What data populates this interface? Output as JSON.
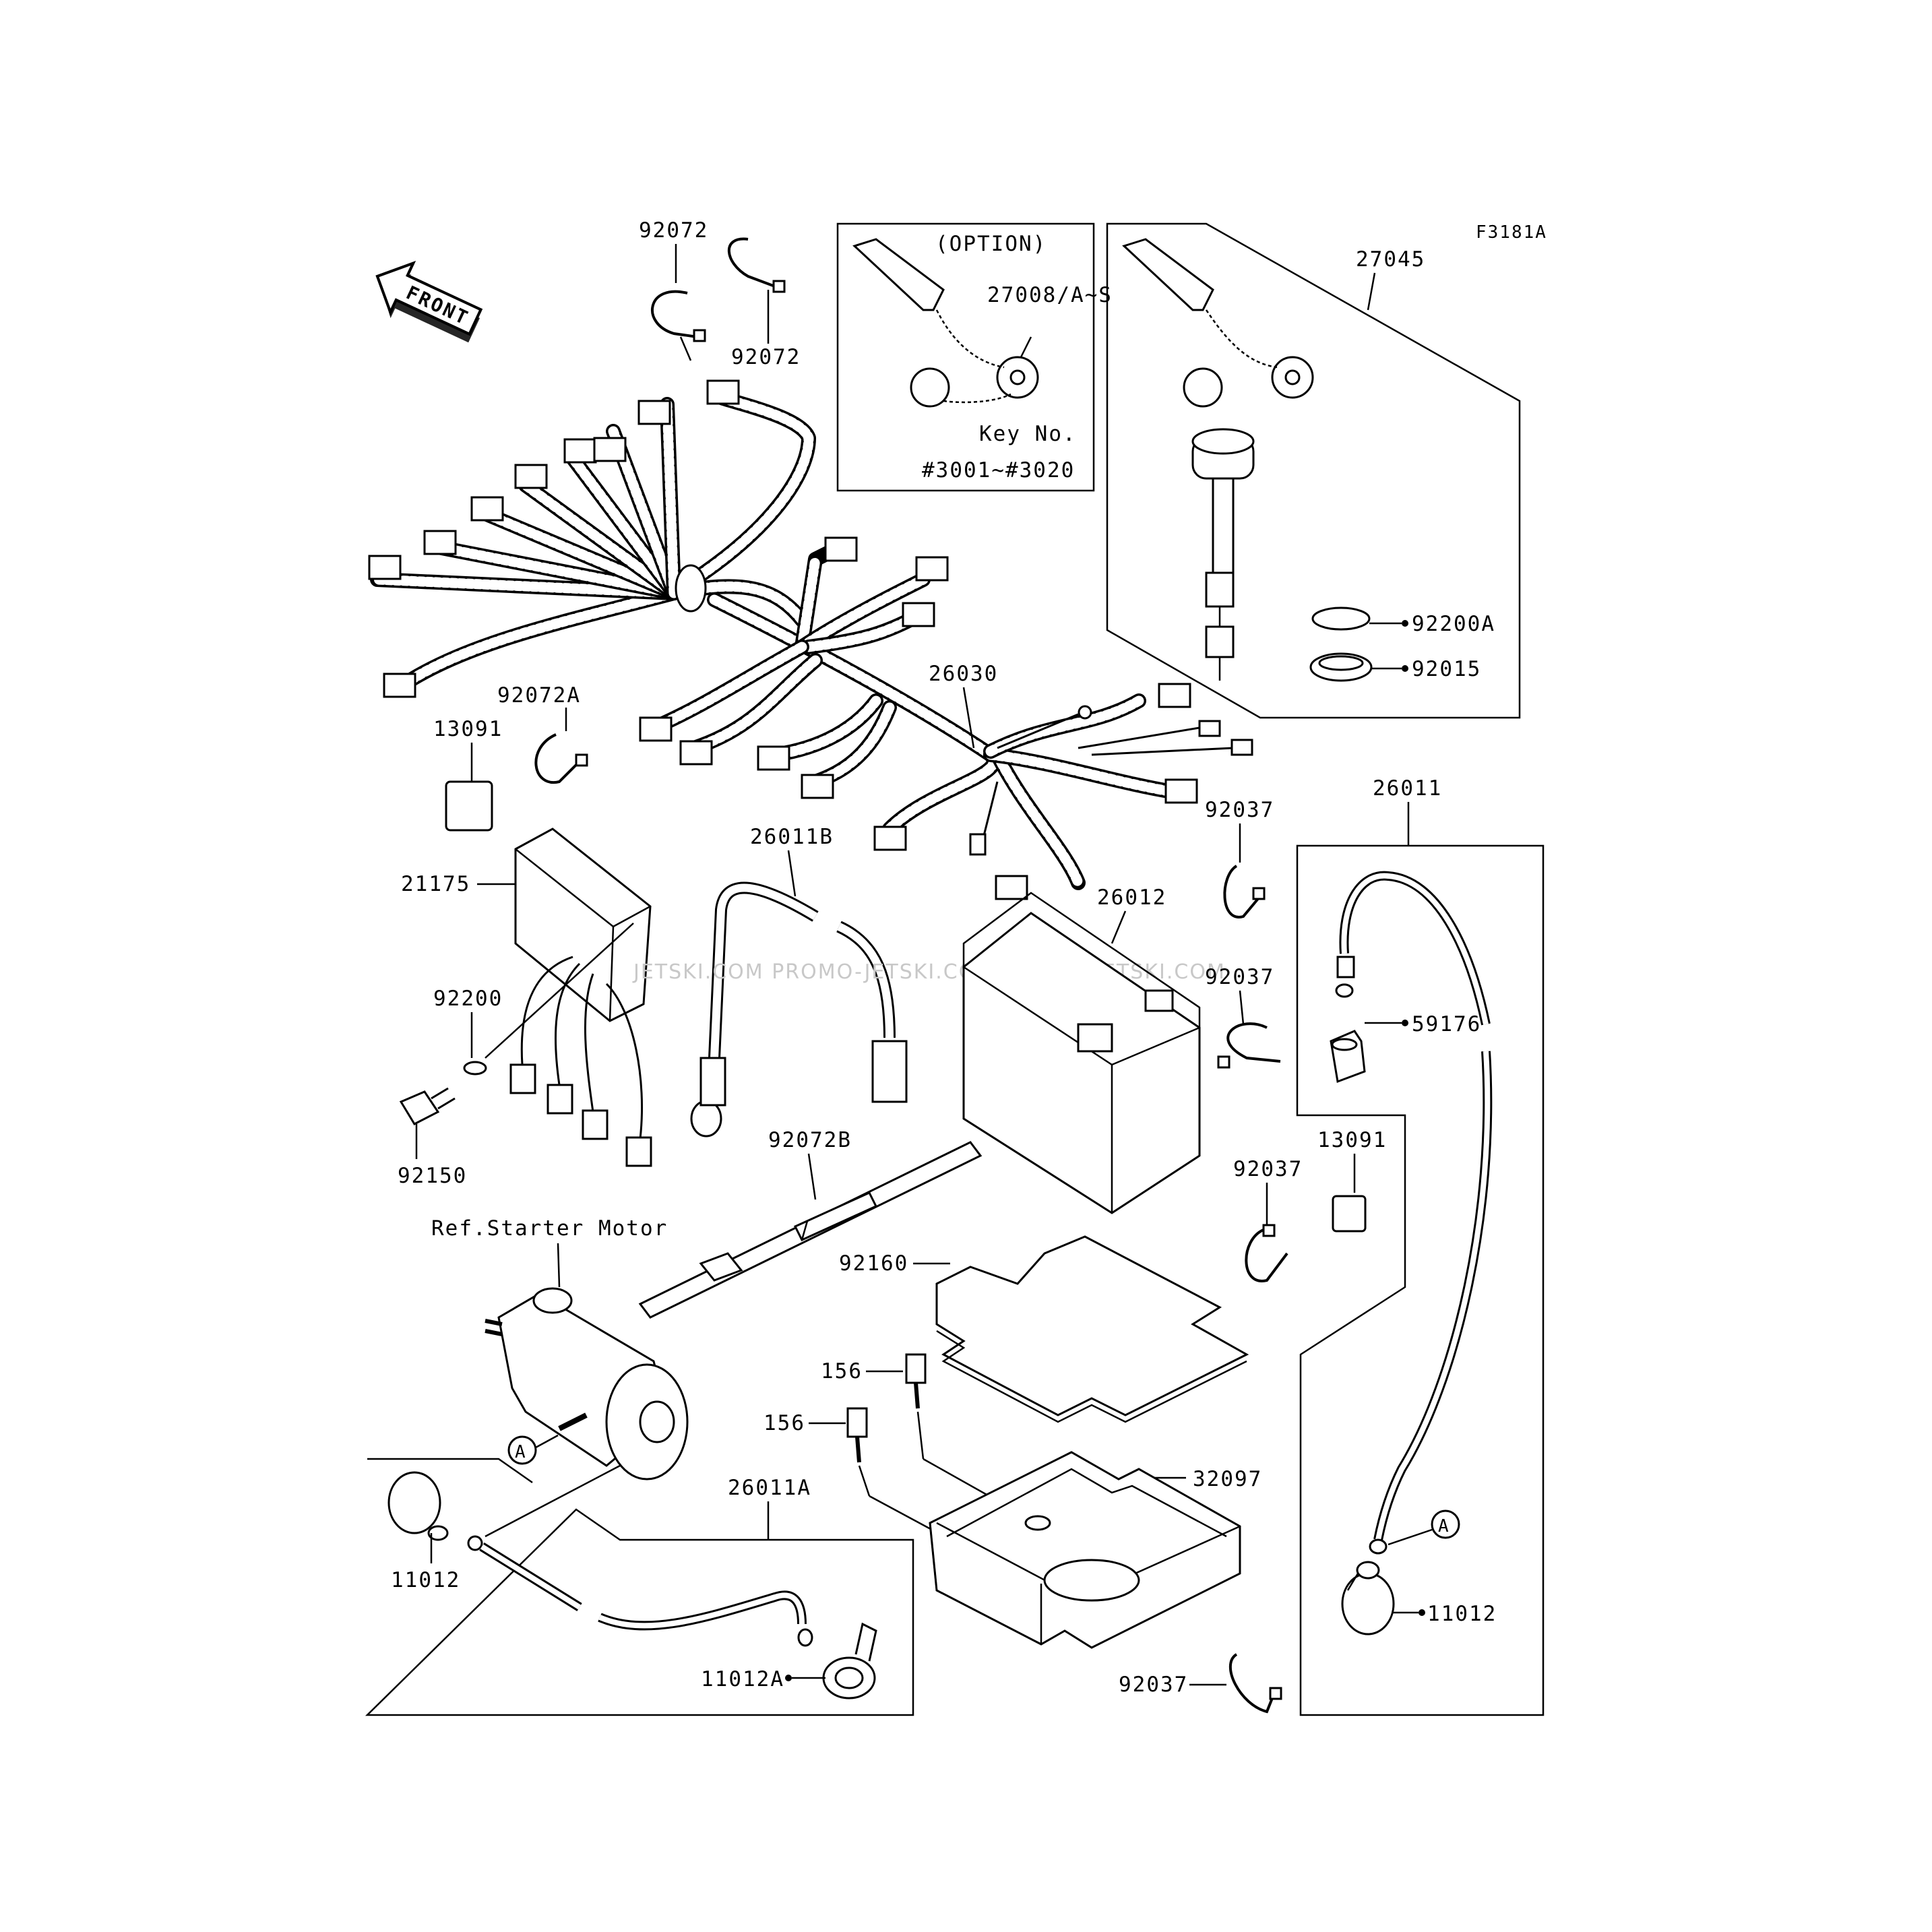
{
  "diagram_code": "F3181A",
  "front_arrow_label": "FRONT",
  "option_box": {
    "title": "(OPTION)",
    "part_label": "27008/A~S",
    "key_no_label": "Key No.",
    "key_range": "#3001~#3020"
  },
  "ref_note": "Ref.Starter Motor",
  "watermark": "JETSKI.COM  PROMO-JETSKI.COM  PROMO-JETSKI.COM",
  "callout_ref": "A",
  "labels": {
    "p92072_a": "92072",
    "p92072_b": "92072",
    "p27045": "27045",
    "p92200A": "92200A",
    "p92015": "92015",
    "p26030": "26030",
    "p92072A": "92072A",
    "p13091_a": "13091",
    "p26011": "26011",
    "p92037_a": "92037",
    "p26011B": "26011B",
    "p21175": "21175",
    "p26012": "26012",
    "p92037_b": "92037",
    "p59176": "59176",
    "p92200": "92200",
    "p13091_b": "13091",
    "p92037_c": "92037",
    "p92150": "92150",
    "p92072B": "92072B",
    "p92160": "92160",
    "p156_a": "156",
    "p156_b": "156",
    "p32097": "32097",
    "p26011A": "26011A",
    "p11012_a": "11012",
    "p11012_b": "11012",
    "p11012A": "11012A",
    "p92037_d": "92037"
  }
}
